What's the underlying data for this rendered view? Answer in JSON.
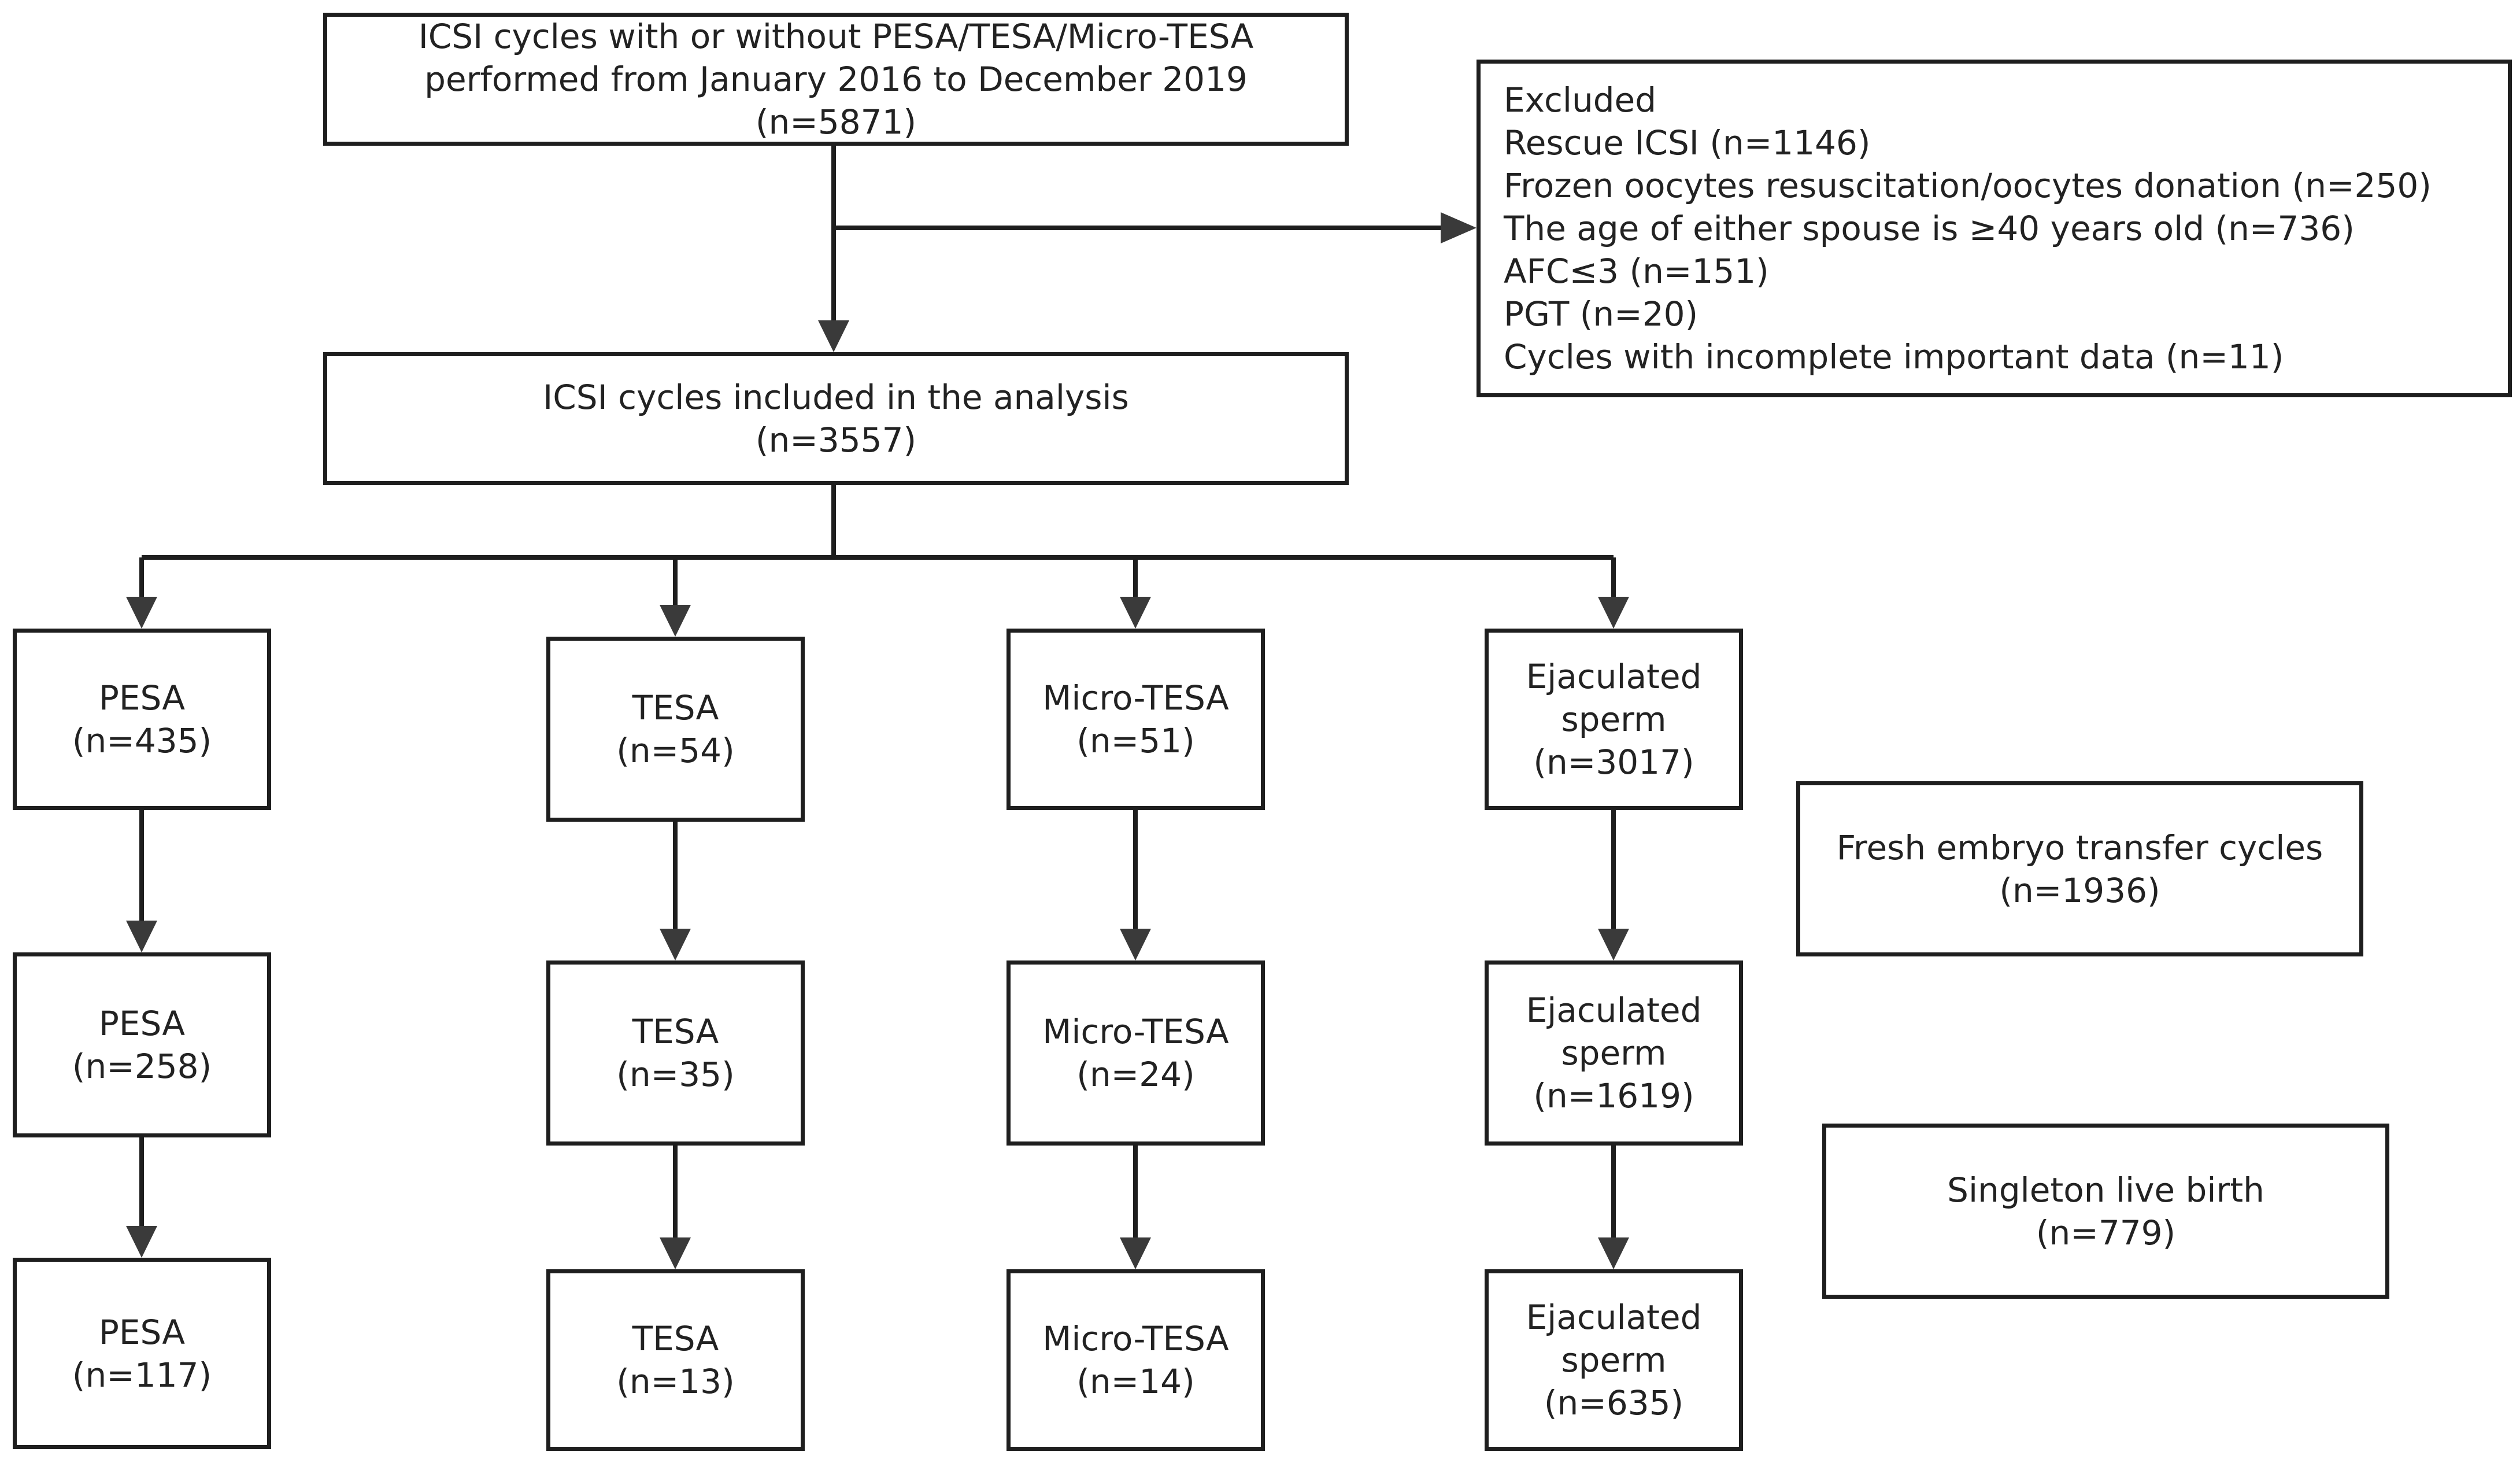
{
  "colors": {
    "stroke": "#1e1e1e",
    "arrowhead": "#3a3a3a",
    "text": "#222222",
    "background": "#ffffff"
  },
  "top_box": {
    "line1": "ICSI cycles with or without PESA/TESA/Micro-TESA",
    "line2": "performed from January 2016 to December 2019",
    "count": "(n=5871)"
  },
  "excluded": {
    "title": "Excluded",
    "items": [
      "Rescue ICSI  (n=1146)",
      "Frozen oocytes resuscitation/oocytes donation  (n=250)",
      "The age of either spouse is ≥40 years old  (n=736)",
      "AFC≤3   (n=151)",
      "PGT  (n=20)",
      "Cycles with incomplete important data  (n=11)"
    ]
  },
  "included_box": {
    "line1": "ICSI cycles included in the analysis",
    "count": "(n=3557)"
  },
  "groups": [
    {
      "name": "PESA",
      "stages": [
        {
          "lines": [
            "PESA"
          ],
          "count": "(n=435)"
        },
        {
          "lines": [
            "PESA"
          ],
          "count": "(n=258)"
        },
        {
          "lines": [
            "PESA"
          ],
          "count": "(n=117)"
        }
      ]
    },
    {
      "name": "TESA",
      "stages": [
        {
          "lines": [
            "TESA"
          ],
          "count": "(n=54)"
        },
        {
          "lines": [
            "TESA"
          ],
          "count": "(n=35)"
        },
        {
          "lines": [
            "TESA"
          ],
          "count": "(n=13)"
        }
      ]
    },
    {
      "name": "Micro-TESA",
      "stages": [
        {
          "lines": [
            "Micro-TESA"
          ],
          "count": "(n=51)"
        },
        {
          "lines": [
            "Micro-TESA"
          ],
          "count": "(n=24)"
        },
        {
          "lines": [
            "Micro-TESA"
          ],
          "count": "(n=14)"
        }
      ]
    },
    {
      "name": "Ejaculated sperm",
      "stages": [
        {
          "lines": [
            "Ejaculated",
            "sperm"
          ],
          "count": "(n=3017)"
        },
        {
          "lines": [
            "Ejaculated",
            "sperm"
          ],
          "count": "(n=1619)"
        },
        {
          "lines": [
            "Ejaculated",
            "sperm"
          ],
          "count": "(n=635)"
        }
      ]
    }
  ],
  "side_labels": [
    {
      "line1": "Fresh embryo transfer cycles",
      "count": "(n=1936)"
    },
    {
      "line1": "Singleton live birth",
      "count": "(n=779)"
    }
  ]
}
